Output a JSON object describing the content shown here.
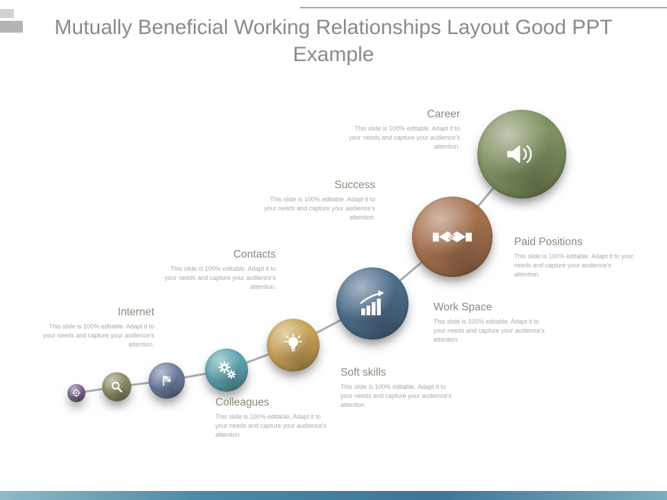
{
  "slide": {
    "title": "Mutually Beneficial Working Relationships Layout Good PPT Example"
  },
  "labels": [
    {
      "title": "Internet",
      "desc": "This slide is 100% editable. Adapt it to your needs and capture your audience's attention."
    },
    {
      "title": "Colleagues",
      "desc": "This slide is 100% editable. Adapt it to your needs and capture your audience's attention."
    },
    {
      "title": "Contacts",
      "desc": "This slide is 100% editable. Adapt it to your needs and capture your audience's attention."
    },
    {
      "title": "Soft skills",
      "desc": "This slide is 100% editable. Adapt it to your needs and capture your audience's attention."
    },
    {
      "title": "Success",
      "desc": "This slide is 100% editable. Adapt it to your needs and capture your audience's attention."
    },
    {
      "title": "Work Space",
      "desc": "This slide is 100% editable. Adapt it to your needs and capture your audience's attention."
    },
    {
      "title": "Career",
      "desc": "This slide is 100% editable. Adapt it to your needs and capture your audience's attention."
    },
    {
      "title": "Paid Positions",
      "desc": "This slide is 100% editable. Adapt it to your needs and capture your audience's attention."
    }
  ],
  "circles": [
    {
      "icon": "target-icon",
      "color": "#7d6b8f"
    },
    {
      "icon": "magnifier-icon",
      "color": "#8e8e68"
    },
    {
      "icon": "flag-icon",
      "color": "#6d7ea0"
    },
    {
      "icon": "gears-icon",
      "color": "#5fa3b0"
    },
    {
      "icon": "lightbulb-icon",
      "color": "#c8a257"
    },
    {
      "icon": "growth-chart-icon",
      "color": "#4d6d8a"
    },
    {
      "icon": "handshake-icon",
      "color": "#a5714e"
    },
    {
      "icon": "megaphone-icon",
      "color": "#7f9161"
    }
  ],
  "theme": {
    "title_color": "#8a8a8a",
    "heading_color": "#8b897c",
    "body_text_color": "#a9a9a9",
    "connector_color": "#a8adad",
    "bottom_bar_gradient_start": "#8fbac6",
    "bottom_bar_gradient_end": "#3c7697"
  }
}
